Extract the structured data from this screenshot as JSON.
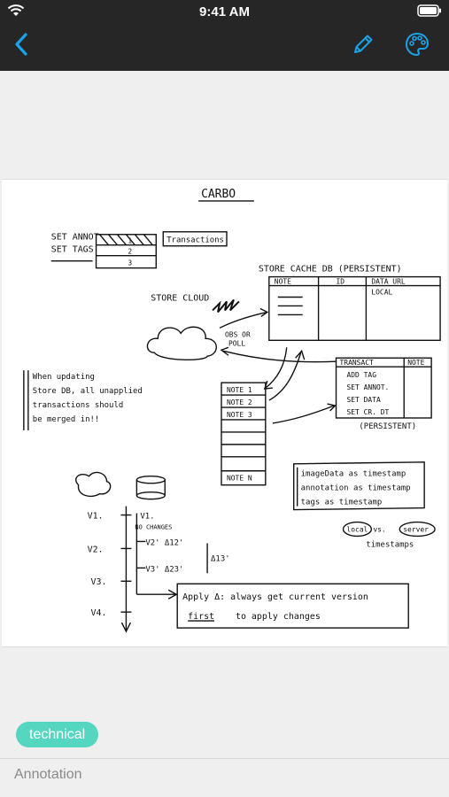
{
  "status_bar": {
    "time": "9:41 AM"
  },
  "nav": {
    "back_icon": "chevron-left-icon",
    "edit_icon": "pencil-icon",
    "palette_icon": "palette-icon",
    "accent": "#1aa3e8"
  },
  "sketch": {
    "title": "CARBO",
    "set_annot": "SET ANNOT",
    "set_tags": "SET TAGS",
    "stack_rows": [
      "1",
      "2",
      "3"
    ],
    "transactions_box": "Transactions",
    "store_cache": "STORE CACHE DB (PERSISTENT)",
    "cache_cols": [
      "NOTE",
      "ID",
      "DATA URL"
    ],
    "cache_local": "LOCAL",
    "store_cloud": "STORE CLOUD",
    "obs_or_poll": [
      "OBS OR",
      "POLL"
    ],
    "notes": [
      "NOTE 1",
      "NOTE 2",
      "NOTE 3",
      "NOTE N"
    ],
    "transact_header": [
      "TRANSACT",
      "NOTE"
    ],
    "transact_rows": [
      "ADD TAG",
      "SET ANNOT.",
      "SET DATA",
      "SET CR. DT"
    ],
    "persistent": "(PERSISTENT)",
    "left_note": [
      "When updating",
      "Store DB, all unapplied",
      "transactions should",
      "be merged in!!"
    ],
    "timestamps_box": [
      "imageData as timestamp",
      "annotation as timestamp",
      "tags as timestamp"
    ],
    "local_vs_server": [
      "local",
      "vs.",
      "server"
    ],
    "timestamps_label": "timestamps",
    "versions": [
      "V1.",
      "V2.",
      "V3.",
      "V4."
    ],
    "v1_right": "V1.",
    "no_changes": "NO CHANGES",
    "delta_rows": [
      "V2' Δ12'",
      "V3' Δ23'"
    ],
    "delta_13": "Δ13'",
    "apply_line1": "Apply Δ: always get current version",
    "apply_line2_first": "first",
    "apply_line2_rest": "to apply changes"
  },
  "tag": {
    "label": "technical",
    "color": "#55d6c0"
  },
  "annotation": {
    "placeholder": "Annotation"
  }
}
